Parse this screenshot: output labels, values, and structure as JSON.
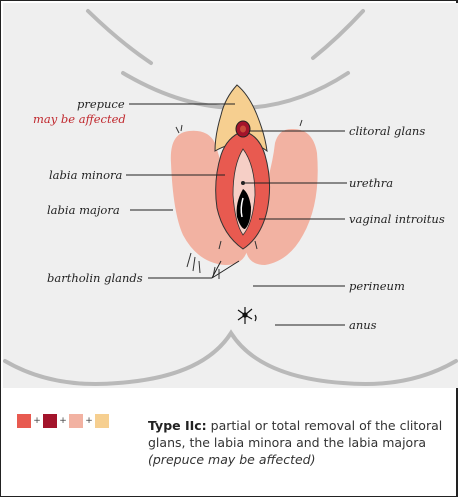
{
  "labels": {
    "prepuce": "prepuce",
    "may_be_affected": "may be affected",
    "labia_minora": "labia minora",
    "labia_majora": "labia majora",
    "bartholin_glands": "bartholin glands",
    "clitoral_glans": "clitoral glans",
    "urethra": "urethra",
    "vaginal_introitus": "vaginal introitus",
    "perineum": "perineum",
    "anus": "anus"
  },
  "legend": {
    "swatches": [
      {
        "name": "labia-minora",
        "color": "#e85a50"
      },
      {
        "name": "clitoral-glans",
        "color": "#a3142b"
      },
      {
        "name": "labia-majora",
        "color": "#f2b2a2"
      },
      {
        "name": "prepuce",
        "color": "#f6cf90"
      }
    ],
    "plus": "+"
  },
  "caption": {
    "type": "Type IIc:",
    "text": " partial or total removal of the clitoral glans, the labia minora and the labia majora ",
    "note": "(prepuce may be affected)"
  },
  "colors": {
    "background": "#efefef",
    "outline": "#b9b9b9",
    "labia_majora": "#f2b2a2",
    "labia_minora": "#e85a50",
    "prepuce": "#f6cf90",
    "clitoral_glans": "#a3142b",
    "label_red": "#c0272d"
  }
}
